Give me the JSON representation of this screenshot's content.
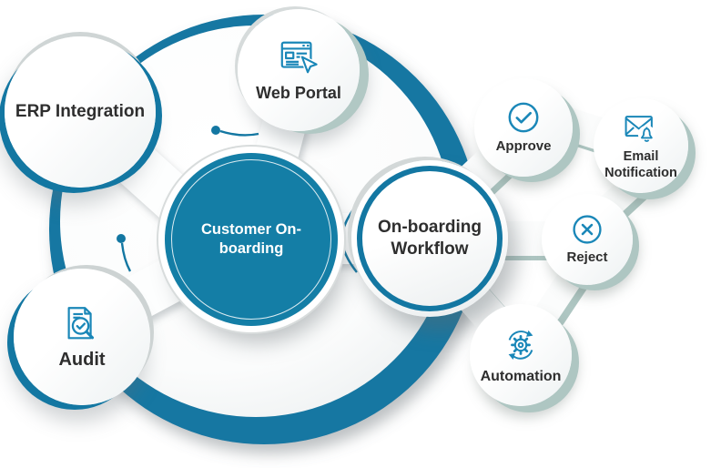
{
  "diagram": {
    "center": {
      "label": "Customer On-boarding"
    },
    "nodes": {
      "erp": {
        "label": "ERP Integration"
      },
      "web_portal": {
        "label": "Web Portal",
        "icon": "browser-cursor-icon"
      },
      "audit": {
        "label": "Audit",
        "icon": "document-magnifier-check-icon"
      },
      "workflow": {
        "label": "On-boarding Workflow"
      },
      "approve": {
        "label": "Approve",
        "icon": "circle-check-icon"
      },
      "email_notification": {
        "label": "Email Notification",
        "icon": "envelope-bell-icon"
      },
      "reject": {
        "label": "Reject",
        "icon": "circle-x-icon"
      },
      "automation": {
        "label": "Automation",
        "icon": "gear-sync-icon"
      }
    },
    "colors": {
      "primary_teal": "#147EA6",
      "ring_blue": "#1377A2",
      "icon_blue": "#1A87B8",
      "sage_shadow": "#AEC6C2",
      "label_dark": "#2E2E2E",
      "bubble_white": "#FDFDFD"
    }
  }
}
